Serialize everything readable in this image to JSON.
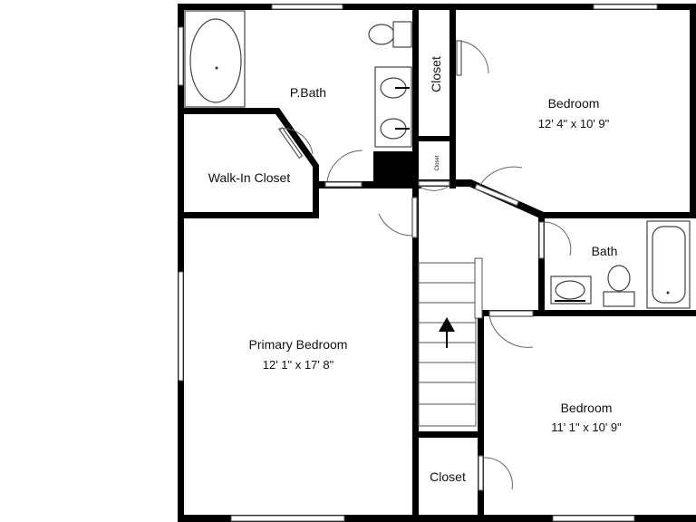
{
  "rooms": {
    "p_bath": {
      "name": "P.Bath"
    },
    "closet_top": {
      "name": "Closet"
    },
    "bedroom_top": {
      "name": "Bedroom",
      "dim": "12' 4\" x 10' 9\""
    },
    "closet_small": {
      "name": "Closet"
    },
    "walk_in": {
      "name": "Walk-In Closet"
    },
    "bath": {
      "name": "Bath"
    },
    "primary": {
      "name": "Primary Bedroom",
      "dim": "12' 1\" x 17' 8\""
    },
    "bedroom_bottom": {
      "name": "Bedroom",
      "dim": "11' 1\" x 10' 9\""
    },
    "closet_bottom": {
      "name": "Closet"
    }
  },
  "icons": [
    "bathtub-icon",
    "toilet-icon",
    "sink-icon",
    "stairs-up-arrow-icon"
  ]
}
